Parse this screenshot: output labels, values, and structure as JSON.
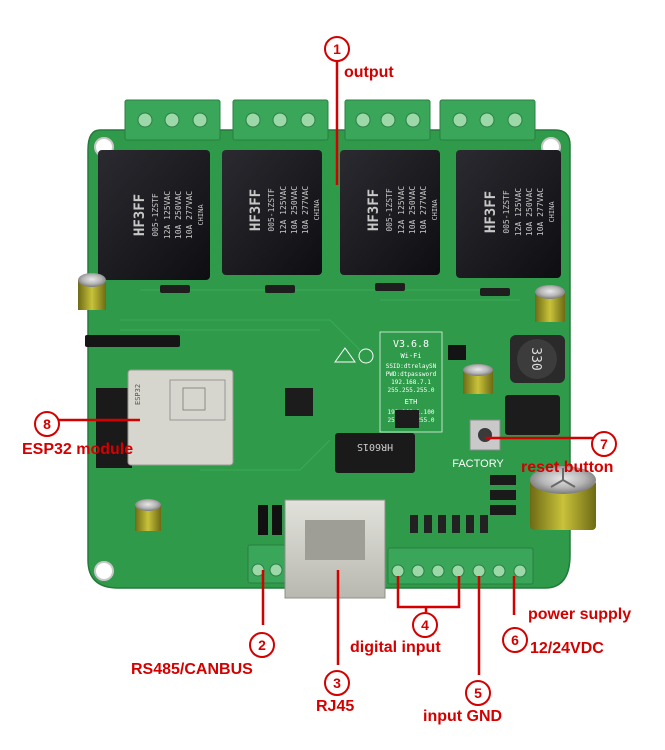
{
  "relays": [
    {
      "brand": "HF3FF",
      "model": "005-1ZSTF",
      "rating1": "12A 125VAC",
      "rating2": "10A 250VAC",
      "rating3": "10A 277VAC",
      "origin": "CHINA"
    },
    {
      "brand": "HF3FF",
      "model": "005-1ZSTF",
      "rating1": "12A 125VAC",
      "rating2": "10A 250VAC",
      "rating3": "10A 277VAC",
      "origin": "CHINA"
    },
    {
      "brand": "HF3FF",
      "model": "005-1ZSTF",
      "rating1": "12A 125VAC",
      "rating2": "10A 250VAC",
      "rating3": "10A 277VAC",
      "origin": "CHINA"
    },
    {
      "brand": "HF3FF",
      "model": "005-1ZSTF",
      "rating1": "12A 125VAC",
      "rating2": "10A 250VAC",
      "rating3": "10A 277VAC",
      "origin": "CHINA"
    }
  ],
  "board": {
    "version": "V3.6.8",
    "wifi_heading": "Wi-Fi",
    "wifi_lines": [
      "SSID:dtrelaySN",
      "PWD:dtpassword",
      "192.168.7.1",
      "255.255.255.0"
    ],
    "eth_heading": "ETH",
    "eth_lines": [
      "192.168.1.100",
      "255.255.255.0"
    ],
    "factory_label": "FACTORY",
    "inductor_code": "330",
    "ethernet_chip": "HR601S",
    "esp_text": "ESP32"
  },
  "callouts": [
    {
      "number": "1",
      "label": "output"
    },
    {
      "number": "2",
      "label": "RS485/CANBUS"
    },
    {
      "number": "3",
      "label": "RJ45"
    },
    {
      "number": "4",
      "label": "digital input"
    },
    {
      "number": "5",
      "label": "input GND"
    },
    {
      "number": "6",
      "label": "power supply",
      "label2": "12/24VDC"
    },
    {
      "number": "7",
      "label": "reset button"
    },
    {
      "number": "8",
      "label": "ESP32 module"
    }
  ],
  "colors": {
    "pcb": "#2e9a4a",
    "terminal": "#3aa65a",
    "relay": "#1b1b1f",
    "callout": "#d40000"
  }
}
